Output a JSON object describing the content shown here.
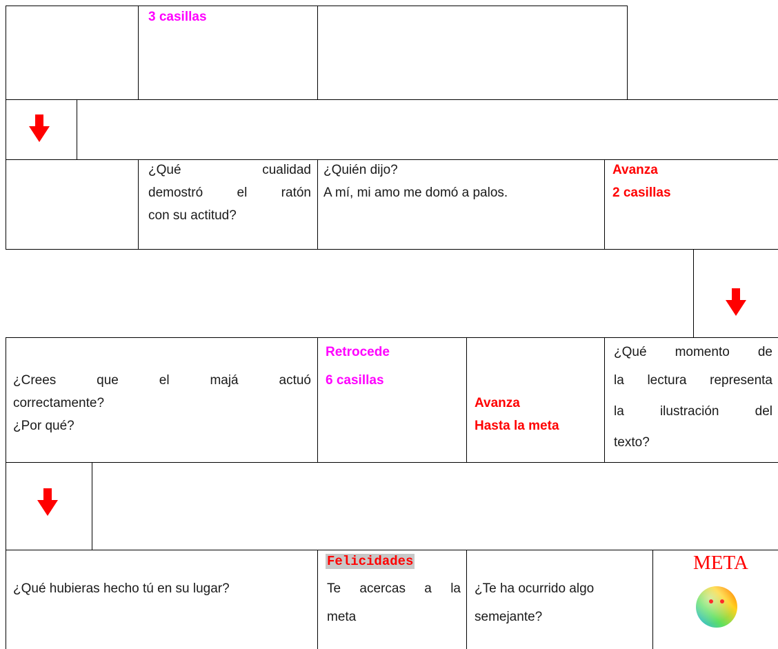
{
  "row1": {
    "c2": "3 casillas"
  },
  "row3": {
    "c2_line1": "¿Qué cualidad",
    "c2_line2": "demostró el ratón",
    "c2_line3": "con su actitud?",
    "c3_line1": "¿Quién dijo?",
    "c3_line2": "A mí, mi amo me domó a palos.",
    "c4_line1": "Avanza",
    "c4_line2": "2 casillas"
  },
  "row5": {
    "c1_line1": "¿Crees que el majá actuó",
    "c1_line2": "correctamente?",
    "c1_line3": "¿Por qué?",
    "c2_line1": "Retrocede",
    "c2_line2": "6 casillas",
    "c3_line1": "Avanza",
    "c3_line2": "Hasta la meta",
    "c4_line1": "¿Qué momento de",
    "c4_line2": "la lectura representa",
    "c4_line3": "la ilustración del",
    "c4_line4": "texto?"
  },
  "row7": {
    "c1": "¿Qué hubieras hecho tú en su lugar?",
    "c2_line1": "Felicidades",
    "c2_line2": "Te acercas a la",
    "c2_line3": "meta",
    "c3_line1": "¿Te ha ocurrido algo",
    "c3_line2": "semejante?",
    "c4_title": "META"
  },
  "icons": {
    "arrow": "down-arrow-icon",
    "smiley": "smiley-icon"
  },
  "colors": {
    "magenta": "#ff00ff",
    "red": "#ff0000",
    "highlight": "#c8c8c8"
  }
}
